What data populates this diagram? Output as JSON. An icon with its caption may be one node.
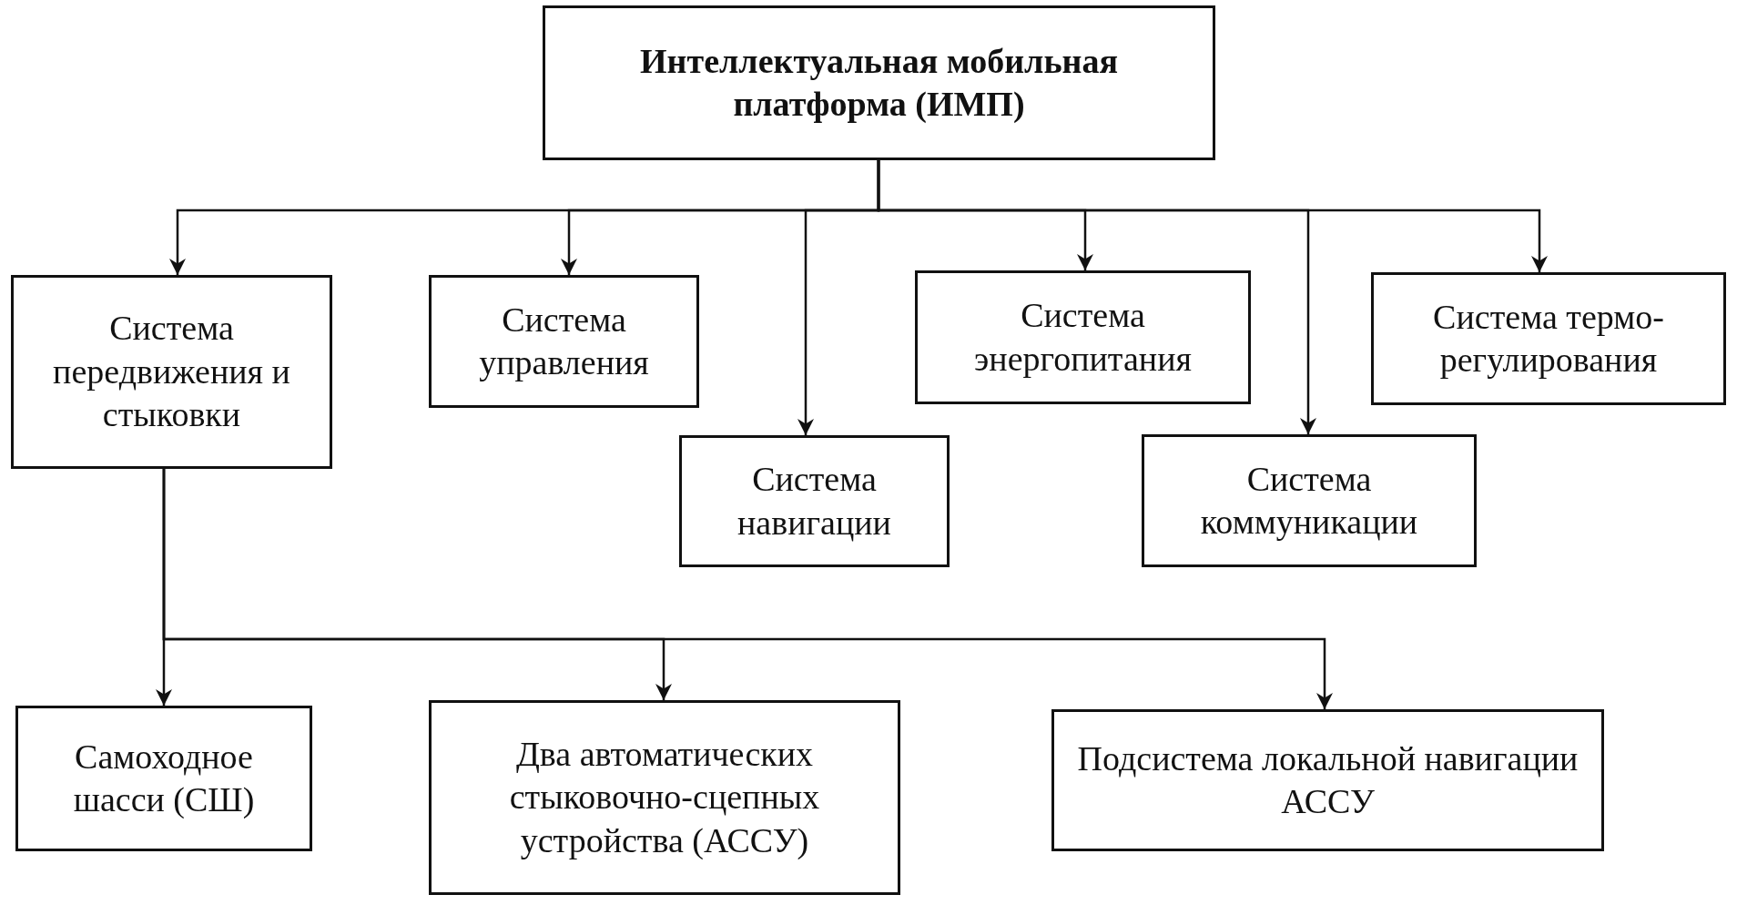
{
  "diagram": {
    "nodes": [
      {
        "text": [
          "Интеллектуальная мобильная платформа (ИМП)"
        ]
      },
      {
        "text": [
          "Система передвижения и стыковки"
        ]
      },
      {
        "text": [
          "Система управления"
        ]
      },
      {
        "text": [
          "Система навигации"
        ]
      },
      {
        "text": [
          "Система энергопитания"
        ]
      },
      {
        "text": [
          "Система коммуникации"
        ]
      },
      {
        "text": [
          "Система термо-регулирования"
        ]
      },
      {
        "text": [
          "Самоходное шасси (СШ)"
        ]
      },
      {
        "text": [
          "Два автоматических стыковочно-сцепных устройства (АССУ)"
        ]
      },
      {
        "text": [
          "Подсистема локальной навигации АССУ"
        ]
      }
    ],
    "edges": [
      {
        "from": 0,
        "to": 1,
        "arrow": "to"
      },
      {
        "from": 0,
        "to": 2,
        "arrow": "to"
      },
      {
        "from": 0,
        "to": 3,
        "arrow": "to"
      },
      {
        "from": 0,
        "to": 4,
        "arrow": "to"
      },
      {
        "from": 0,
        "to": 5,
        "arrow": "to"
      },
      {
        "from": 0,
        "to": 6,
        "arrow": "to"
      },
      {
        "from": 1,
        "to": 7,
        "arrow": "to"
      },
      {
        "from": 1,
        "to": 8,
        "arrow": "to"
      },
      {
        "from": 1,
        "to": 9,
        "arrow": "to"
      }
    ]
  }
}
